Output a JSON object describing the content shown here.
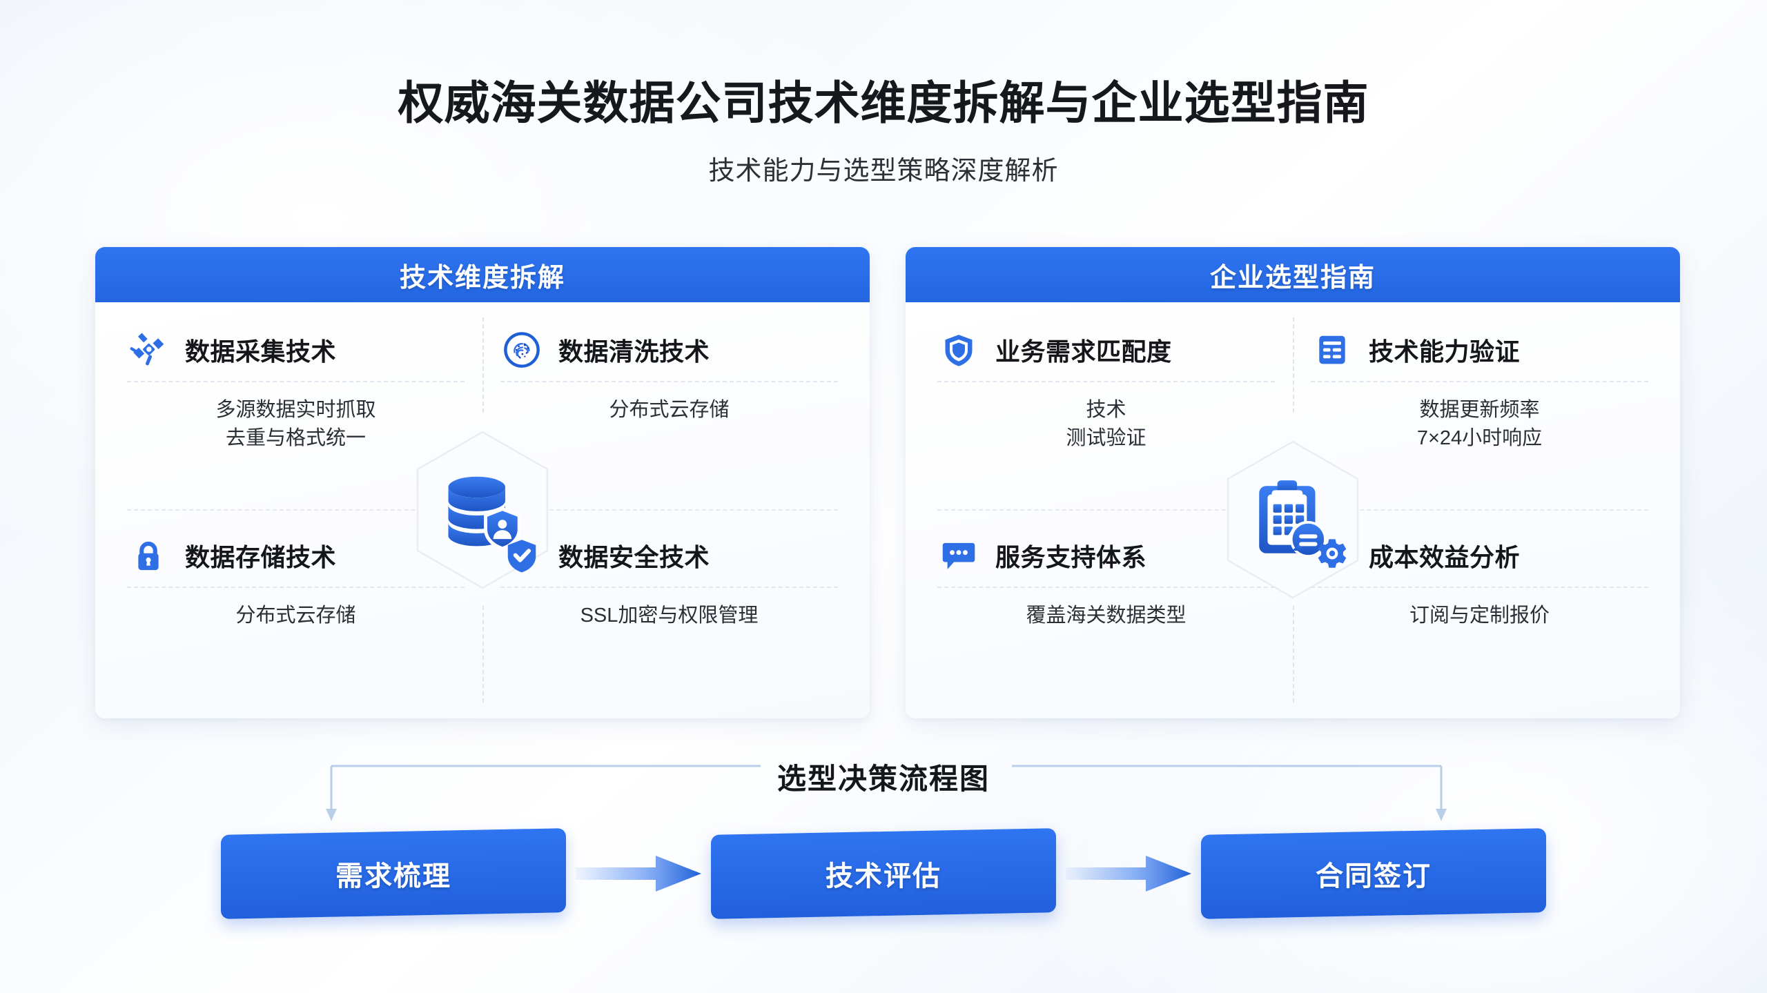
{
  "header": {
    "title": "权威海关数据公司技术维度拆解与企业选型指南",
    "subtitle": "技术能力与选型策略深度解析"
  },
  "theme": {
    "accent": "#2f74f0",
    "accent_dark": "#2160dd",
    "title_color": "#16181d",
    "divider_color": "#e2e6ee",
    "card_bg": "#ffffff"
  },
  "cards": [
    {
      "header_title": "技术维度拆解",
      "center_illustration": "database-shield-icon",
      "items": [
        {
          "icon": "satellite-icon",
          "title": "数据采集技术",
          "desc_lines": [
            "多源数据实时抓取",
            "去重与格式统一"
          ]
        },
        {
          "icon": "fingerprint-circle-icon",
          "title": "数据清洗技术",
          "desc_lines": [
            "分布式云存储"
          ]
        },
        {
          "icon": "lock-icon",
          "title": "数据存储技术",
          "desc_lines": [
            "分布式云存储"
          ]
        },
        {
          "icon": "shield-check-icon",
          "title": "数据安全技术",
          "desc_lines": [
            "SSL加密与权限管理"
          ]
        }
      ]
    },
    {
      "header_title": "企业选型指南",
      "center_illustration": "clipboard-chat-icon",
      "items": [
        {
          "icon": "shield-icon",
          "title": "业务需求匹配度",
          "desc_lines": [
            "技术",
            "测试验证"
          ]
        },
        {
          "icon": "document-list-icon",
          "title": "技术能力验证",
          "desc_lines": [
            "数据更新频率",
            "7×24小时响应"
          ]
        },
        {
          "icon": "chat-bubble-icon",
          "title": "服务支持体系",
          "desc_lines": [
            "覆盖海关数据类型"
          ]
        },
        {
          "icon": "gear-icon",
          "title": "成本效益分析",
          "desc_lines": [
            "订阅与定制报价"
          ]
        }
      ]
    }
  ],
  "flow": {
    "title": "选型决策流程图",
    "steps": [
      "需求梳理",
      "技术评估",
      "合同签订"
    ]
  }
}
